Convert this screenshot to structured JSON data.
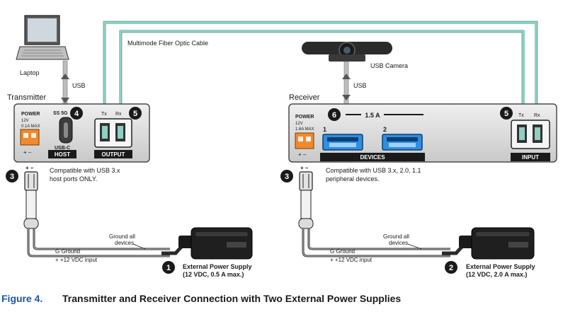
{
  "labels": {
    "laptop": "Laptop",
    "transmitter": "Transmitter",
    "receiver": "Receiver",
    "fiber_cable": "Multimode Fiber Optic Cable",
    "usb_camera": "USB Camera",
    "usb_left": "USB",
    "usb_right": "USB"
  },
  "transmitter": {
    "power_label": "POWER",
    "power_spec_1": "12V",
    "power_spec_2": "0.1A MAX",
    "terminal_polarity": "+ –",
    "usb_port_text": "SS 5G",
    "usb_c_label": "USB-C",
    "host_label": "HOST",
    "tx_label": "Tx",
    "rx_label": "Rx",
    "output_label": "OUTPUT",
    "note_line1": "Compatible with USB 3.x",
    "note_line2": "host ports ONLY."
  },
  "receiver": {
    "power_label": "POWER",
    "power_spec_1": "12V",
    "power_spec_2": "1.6A MAX",
    "terminal_polarity": "+ –",
    "current_label": "1.5 A",
    "port1_label": "1",
    "port2_label": "2",
    "devices_label": "DEVICES",
    "tx_label": "Tx",
    "rx_label": "Rx",
    "input_label": "INPUT",
    "note_line1": "Compatible with USB 3.x, 2.0, 1.1",
    "note_line2": "peripheral devices."
  },
  "callouts": {
    "n1": "1",
    "n2": "2",
    "n3": "3",
    "n4": "4",
    "n5": "5",
    "n6": "6"
  },
  "power_left": {
    "plug_polarity": "+ –",
    "ground_all_1": "Ground all",
    "ground_all_2": "devices.",
    "g_ground": "G  Ground",
    "plus_vdc": "+  +12 VDC input",
    "supply_title": "External Power Supply",
    "supply_spec": "(12 VDC, 0.5 A max.)"
  },
  "power_right": {
    "plug_polarity": "+ –",
    "ground_all_1": "Ground all",
    "ground_all_2": "devices.",
    "g_ground": "G  Ground",
    "plus_vdc": "+  +12 VDC input",
    "supply_title": "External Power Supply",
    "supply_spec": "(12 VDC, 2.0 A max.)"
  },
  "caption": {
    "figure_number": "Figure 4.",
    "figure_title": "Transmitter and Receiver Connection with Two External Power Supplies"
  },
  "colors": {
    "fiber": "#8fd0c3",
    "panel": "#dcdcdc",
    "panel_border": "#555555",
    "power_terminal": "#f08a2c",
    "usb_blue": "#2f8fe0",
    "caption_blue": "#1d56a5",
    "callout": "#1a1a1a"
  }
}
